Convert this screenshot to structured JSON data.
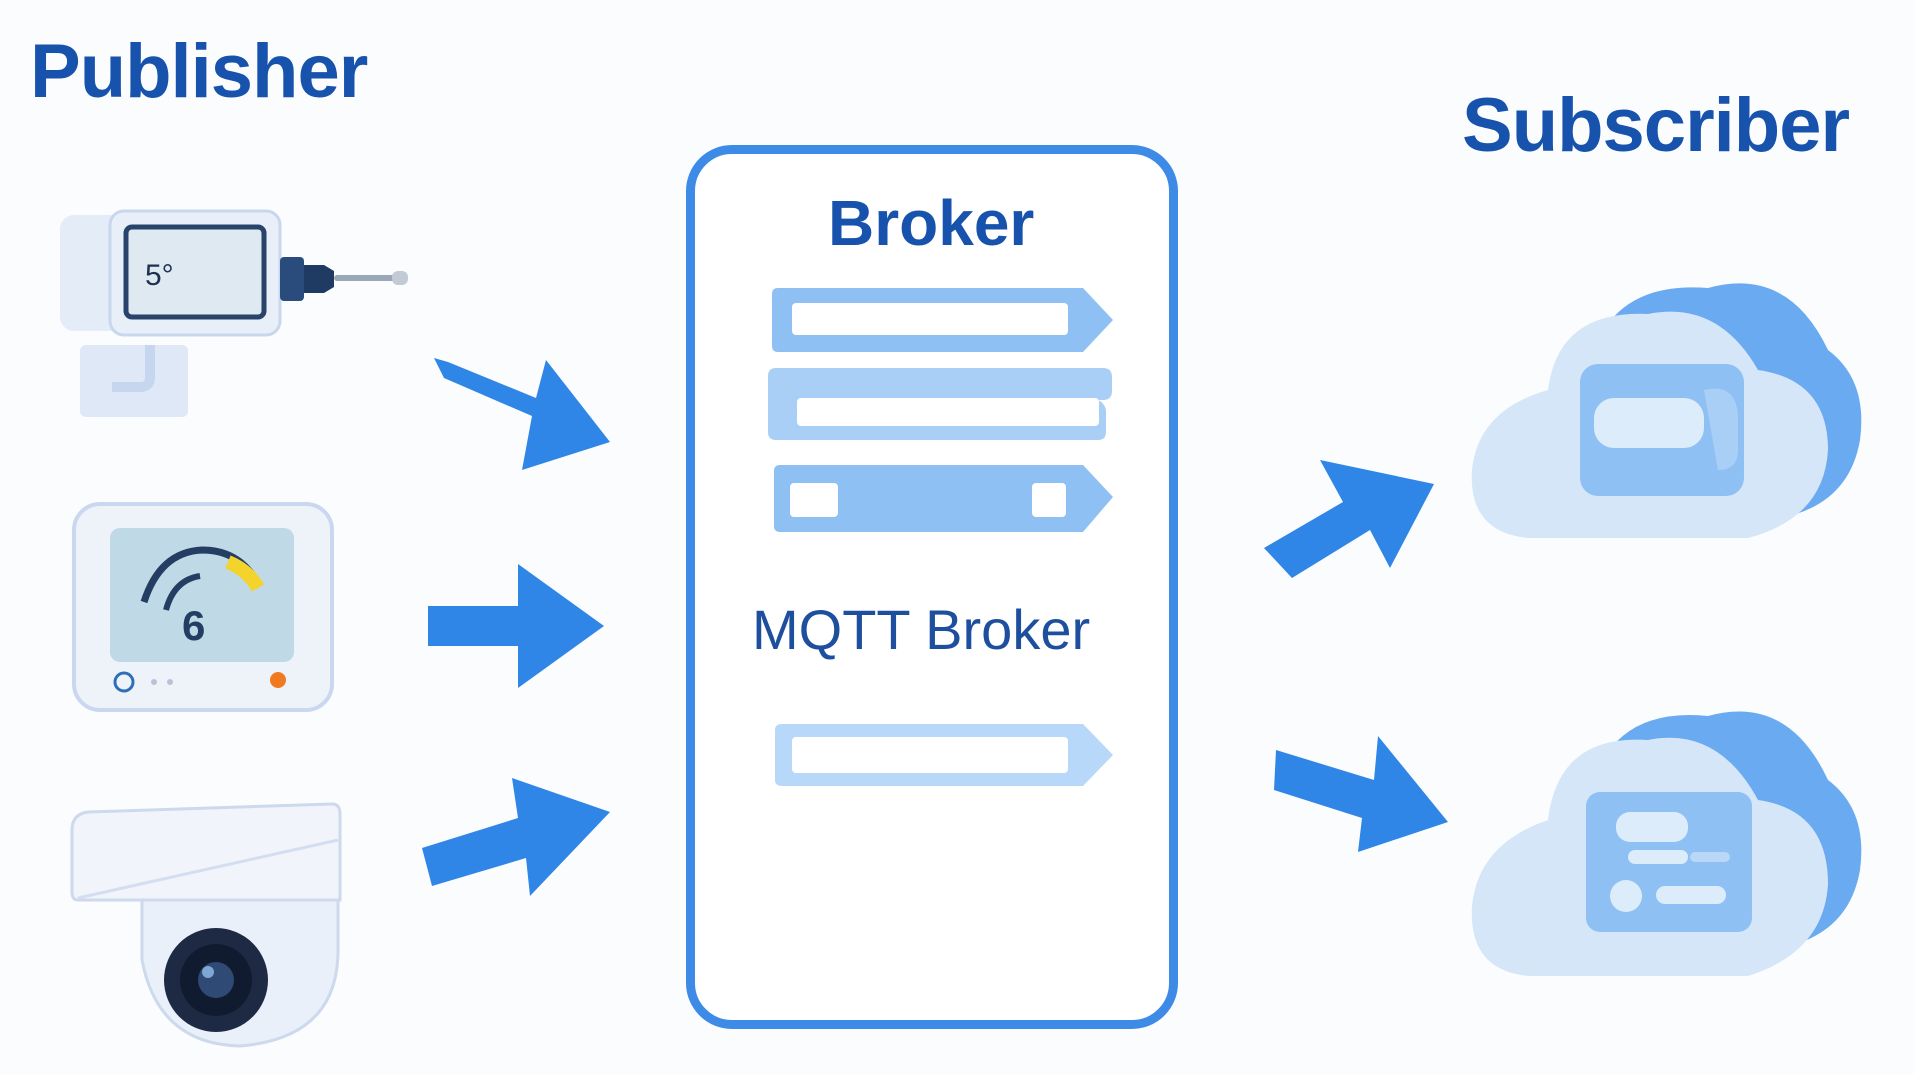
{
  "labels": {
    "publisher": "Publisher",
    "subscriber": "Subscriber",
    "broker": "Broker",
    "mqtt_broker": "MQTT Broker",
    "sensor_display": "5°",
    "thermostat_value": "6"
  },
  "colors": {
    "title_blue": "#1753ad",
    "arrow_blue": "#2f86e6",
    "broker_border": "#3d8be6",
    "cloud_light": "#d5e6f8",
    "cloud_dark": "#6aaaf0",
    "bar_blue": "#8fc0f4"
  },
  "icons": {
    "publishers": [
      "temperature-sensor-icon",
      "thermostat-icon",
      "security-camera-icon"
    ],
    "subscribers": [
      "cloud-app-icon",
      "cloud-dashboard-icon"
    ]
  }
}
